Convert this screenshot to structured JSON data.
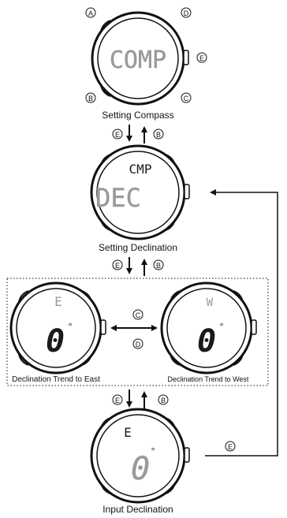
{
  "buttons": {
    "a": "A",
    "b": "B",
    "c": "C",
    "d": "D",
    "e": "E"
  },
  "watches": {
    "compass": {
      "line1": "COMP",
      "caption": "Setting Compass"
    },
    "declination": {
      "small": "CMP",
      "large": "DEC",
      "caption": "Setting Declination"
    },
    "trend_east": {
      "top": "E",
      "value": "0",
      "degree": "°",
      "caption": "Declination Trend to East"
    },
    "trend_west": {
      "top": "W",
      "value": "0",
      "degree": "°",
      "caption": "Declination Trend to West"
    },
    "input": {
      "top": "E",
      "value": "0",
      "degree": "°",
      "caption": "Input Declination"
    }
  },
  "colors": {
    "line": "#111111",
    "segment_on": "#9a9a9a",
    "segment_dark": "#1a1a1a"
  }
}
